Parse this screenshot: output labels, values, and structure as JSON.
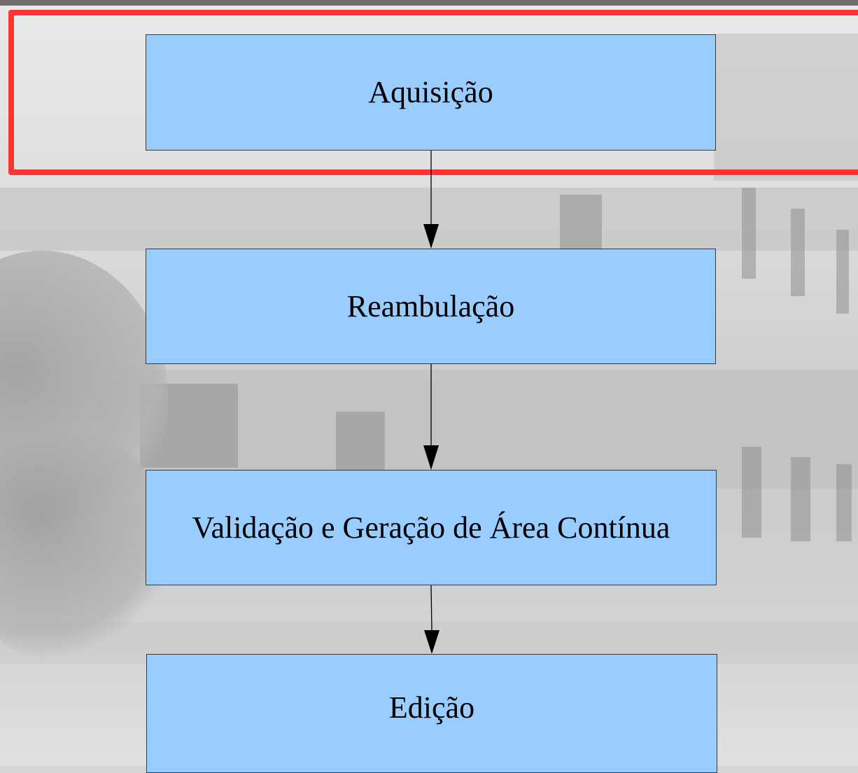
{
  "diagram": {
    "nodes": [
      {
        "id": "n1",
        "label": "Aquisição"
      },
      {
        "id": "n2",
        "label": "Reambulação"
      },
      {
        "id": "n3",
        "label": "Validação e Geração de Área Contínua"
      },
      {
        "id": "n4",
        "label": "Edição"
      }
    ],
    "edges": [
      {
        "from": "n1",
        "to": "n2"
      },
      {
        "from": "n2",
        "to": "n3"
      },
      {
        "from": "n3",
        "to": "n4"
      }
    ],
    "colors": {
      "node_fill": "#99ccff",
      "highlight_border": "#ff3333",
      "edge": "#000000"
    },
    "highlighted_node": "n1"
  }
}
